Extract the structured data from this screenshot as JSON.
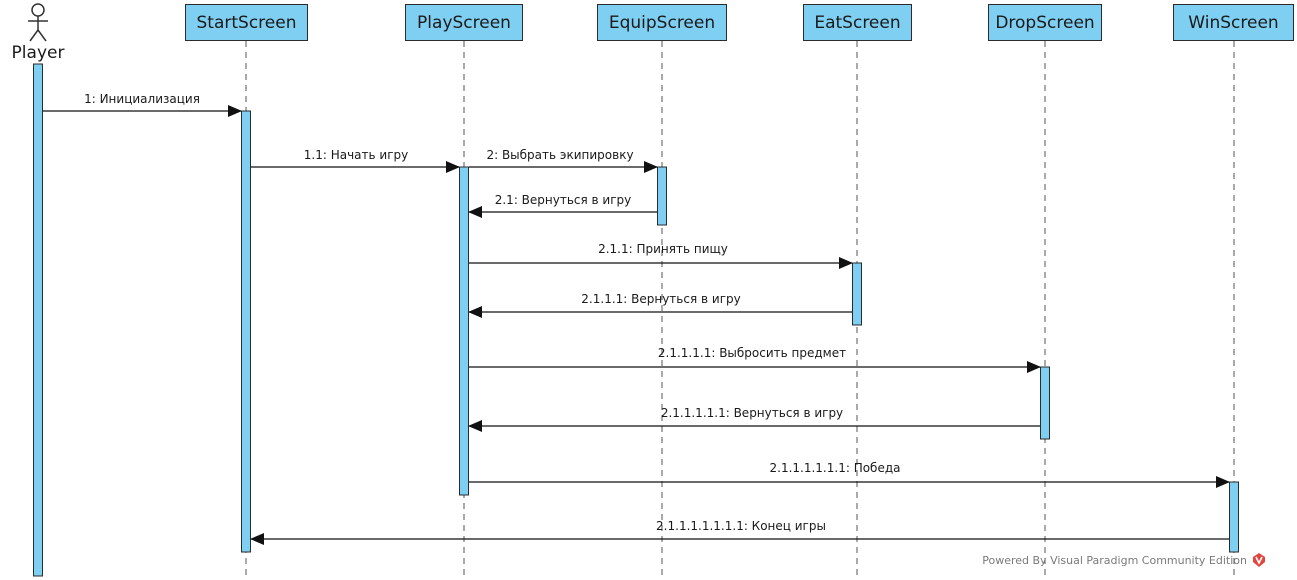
{
  "actor": {
    "name": "Player"
  },
  "lifelines": [
    {
      "id": "start",
      "name": "StartScreen"
    },
    {
      "id": "play",
      "name": "PlayScreen"
    },
    {
      "id": "equip",
      "name": "EquipScreen"
    },
    {
      "id": "eat",
      "name": "EatScreen"
    },
    {
      "id": "drop",
      "name": "DropScreen"
    },
    {
      "id": "win",
      "name": "WinScreen"
    }
  ],
  "messages": [
    {
      "from": "player",
      "to": "start",
      "label": "1: Инициализация"
    },
    {
      "from": "start",
      "to": "play",
      "label": "1.1: Начать игру"
    },
    {
      "from": "play",
      "to": "equip",
      "label": "2: Выбрать экипировку"
    },
    {
      "from": "equip",
      "to": "play",
      "label": "2.1: Вернуться в игру"
    },
    {
      "from": "play",
      "to": "eat",
      "label": "2.1.1: Принять пищу"
    },
    {
      "from": "eat",
      "to": "play",
      "label": "2.1.1.1: Вернуться в игру"
    },
    {
      "from": "play",
      "to": "drop",
      "label": "2.1.1.1.1: Выбросить предмет"
    },
    {
      "from": "drop",
      "to": "play",
      "label": "2.1.1.1.1.1: Вернуться в игру"
    },
    {
      "from": "play",
      "to": "win",
      "label": "2.1.1.1.1.1.1: Победа"
    },
    {
      "from": "win",
      "to": "start",
      "label": "2.1.1.1.1.1.1.1: Конец игры"
    }
  ],
  "footer": {
    "text": "Powered By Visual Paradigm Community Edition"
  },
  "colors": {
    "activation": "#7fcff2",
    "line": "#1a1a1a",
    "lifeline_dash": "#555555"
  }
}
